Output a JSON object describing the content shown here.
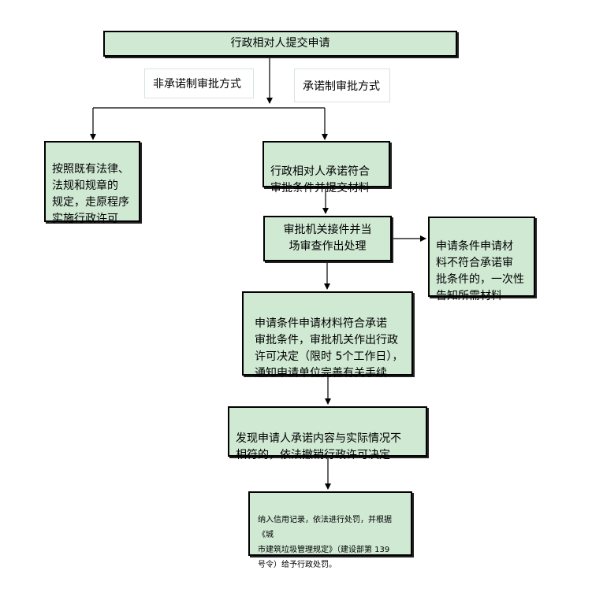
{
  "flow": {
    "top": "行政相对人提交申请",
    "label_left": "非承诺制审批方式",
    "label_right": "承诺制审批方式",
    "left_box": "按照既有法律、\n法规和规章的\n规定，走原程序\n实施行政许可",
    "step1": "行政相对人承诺符合\n审批条件并提交材料",
    "step2": "审批机关接件并当\n场审查作出处理",
    "side_box": "申请条件申请材\n料不符合承诺审\n批条件的，一次性\n告知所需材料",
    "step3": "申请条件申请材料符合承诺\n审批条件，审批机关作出行政\n许可决定（限时 5个工作日），\n通知申请单位完善有关手续",
    "step4": "发现申请人承诺内容与实际情况不\n相符的，依法撤销行政许可决定",
    "step5": "纳入信用记录，依法进行处罚，并根据《城\n市建筑垃圾管理规定》（建设部第 139\n号令）给予行政处罚。"
  }
}
